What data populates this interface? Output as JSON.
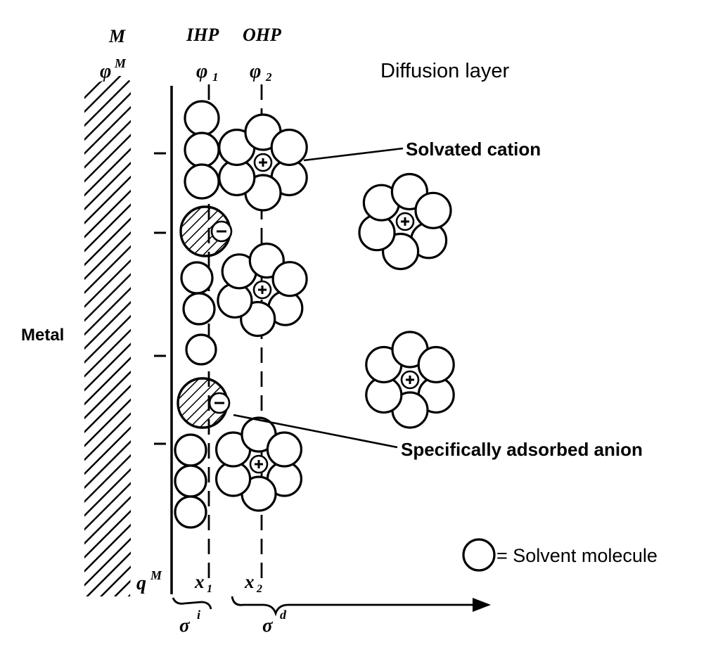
{
  "labels": {
    "metal_symbol": "M",
    "metal_potential": "φ",
    "metal_potential_sup": "M",
    "ihp": "IHP",
    "ohp": "OHP",
    "phi1": "φ",
    "phi1_sub": "1",
    "phi2": "φ",
    "phi2_sub": "2",
    "diffusion_layer": "Diffusion layer",
    "solvated_cation": "Solvated cation",
    "specifically_adsorbed_anion": "Specifically adsorbed anion",
    "metal": "Metal",
    "solvent_legend": "= Solvent molecule",
    "surface_charge": "q",
    "surface_charge_sup": "M",
    "x1": "x",
    "x1_sub": "1",
    "x2": "x",
    "x2_sub": "2",
    "sigma_i": "σ",
    "sigma_i_sup": "i",
    "sigma_d": "σ",
    "sigma_d_sup": "d",
    "minus_sign": "−",
    "plus_sign": "+"
  },
  "colors": {
    "ink": "#000000",
    "background": "#ffffff"
  }
}
